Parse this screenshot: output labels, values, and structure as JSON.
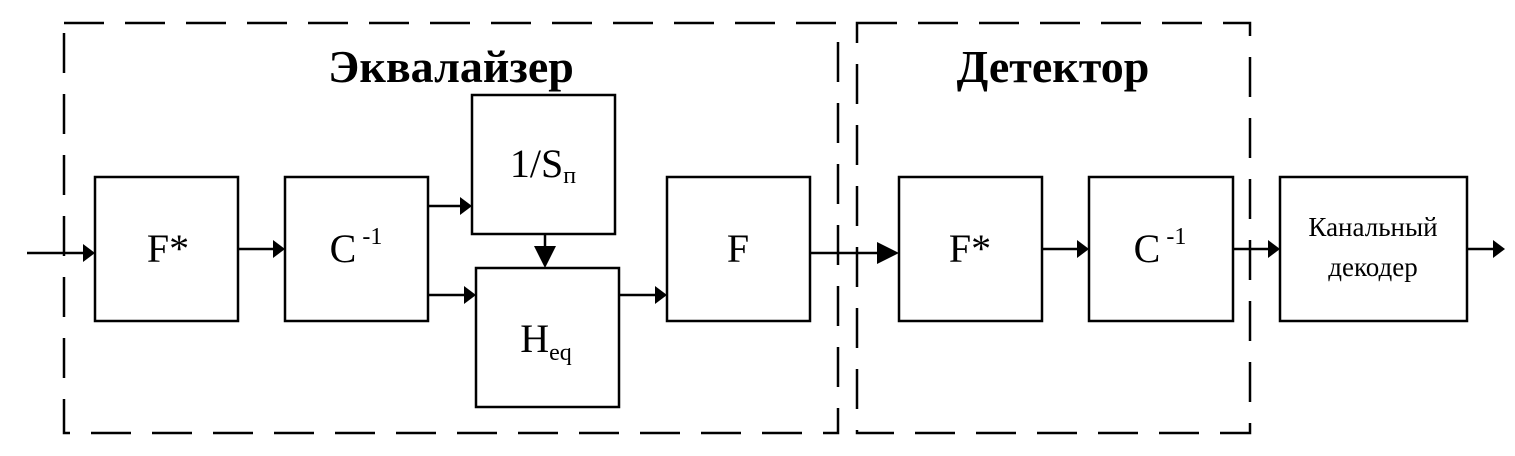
{
  "groups": {
    "equalizer": {
      "title": "Эквалайзер"
    },
    "detector": {
      "title": "Детектор"
    }
  },
  "blocks": {
    "fstar_1": {
      "main": "F*"
    },
    "cinv_1": {
      "main": "C",
      "sup": "-1"
    },
    "inv_s": {
      "main": "1/S",
      "sub": "п"
    },
    "heq": {
      "main": "H",
      "sub": "eq"
    },
    "f": {
      "main": "F"
    },
    "fstar_2": {
      "main": "F*"
    },
    "cinv_2": {
      "main": "C",
      "sup": "-1"
    },
    "decoder": {
      "line1": "Канальный",
      "line2": "декодер"
    }
  },
  "colors": {
    "stroke": "#000000",
    "background": "#ffffff"
  }
}
